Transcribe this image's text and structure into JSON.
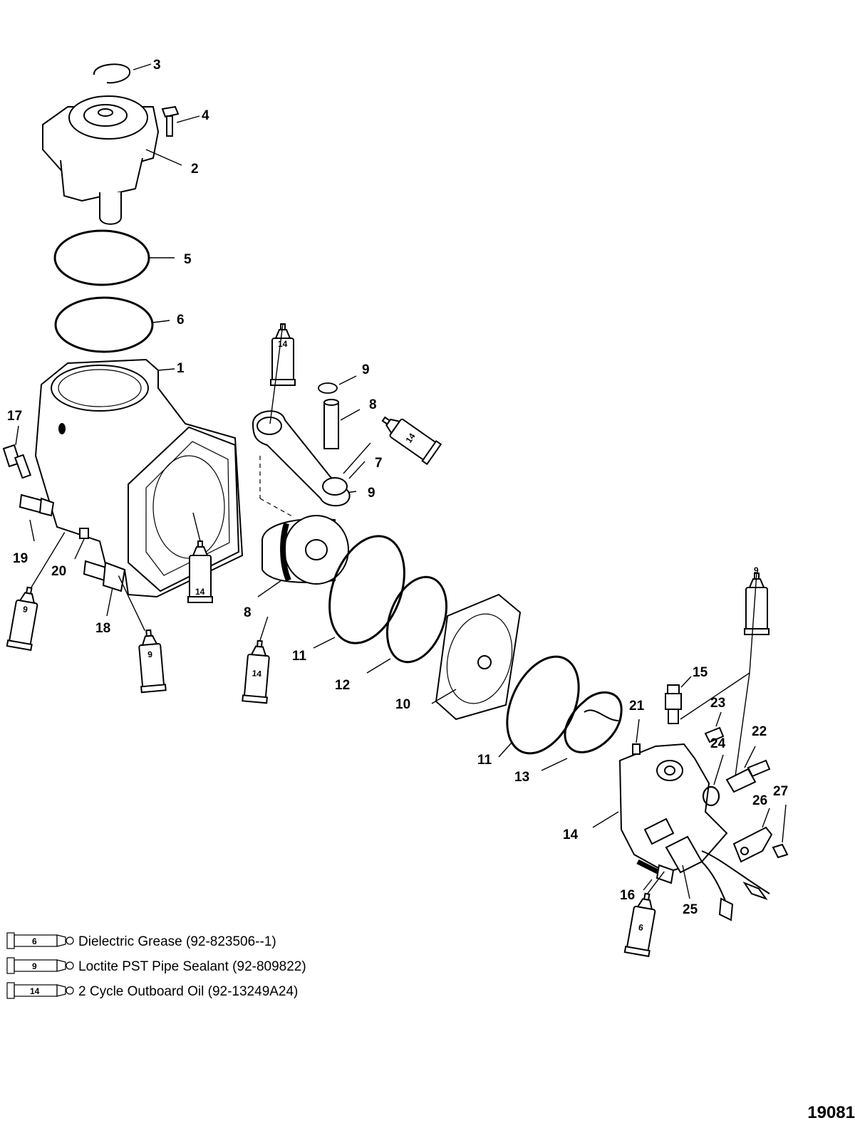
{
  "callouts": [
    "1",
    "2",
    "3",
    "4",
    "5",
    "6",
    "7",
    "8",
    "9",
    "10",
    "11",
    "12",
    "13",
    "14",
    "15",
    "16",
    "17",
    "18",
    "19",
    "20",
    "21",
    "22",
    "23",
    "24",
    "25",
    "26",
    "27"
  ],
  "sealant_tubes": [
    "14",
    "14",
    "14",
    "14",
    "9",
    "9",
    "9",
    "6"
  ],
  "legend": [
    {
      "tube": "6",
      "text": "Dielectric Grease (92-823506--1)"
    },
    {
      "tube": "9",
      "text": "Loctite PST Pipe Sealant (92-809822)"
    },
    {
      "tube": "14",
      "text": "2 Cycle Outboard Oil (92-13249A24)"
    }
  ],
  "figure_id": "19081"
}
